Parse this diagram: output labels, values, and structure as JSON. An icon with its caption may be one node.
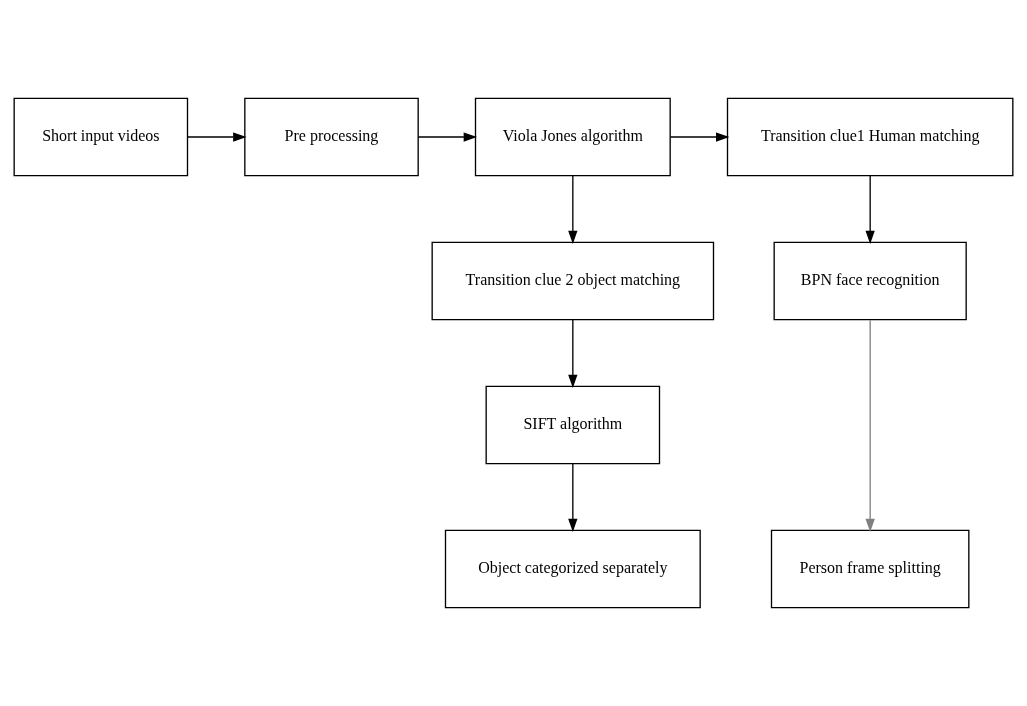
{
  "diagram": {
    "nodes": [
      {
        "text": [
          "Short input videos"
        ]
      },
      {
        "text": [
          "Pre processing"
        ]
      },
      {
        "text": [
          "Viola Jones algorithm"
        ]
      },
      {
        "text": [
          "Transition clue1 Human matching"
        ]
      },
      {
        "text": [
          "Transition clue 2 object matching"
        ]
      },
      {
        "text": [
          "BPN face recognition"
        ]
      },
      {
        "text": [
          "SIFT algorithm"
        ]
      },
      {
        "text": [
          "Object categorized separately"
        ]
      },
      {
        "text": [
          "Person frame splitting"
        ]
      }
    ],
    "edges": [
      {
        "from": 0,
        "to": 1,
        "arrow": "to"
      },
      {
        "from": 1,
        "to": 2,
        "arrow": "to"
      },
      {
        "from": 2,
        "to": 3,
        "arrow": "to"
      },
      {
        "from": 2,
        "to": 4,
        "arrow": "to"
      },
      {
        "from": 3,
        "to": 5,
        "arrow": "to"
      },
      {
        "from": 4,
        "to": 6,
        "arrow": "to"
      },
      {
        "from": 6,
        "to": 7,
        "arrow": "to"
      },
      {
        "from": 5,
        "to": 8,
        "arrow": "to",
        "color": "#808080"
      }
    ]
  }
}
